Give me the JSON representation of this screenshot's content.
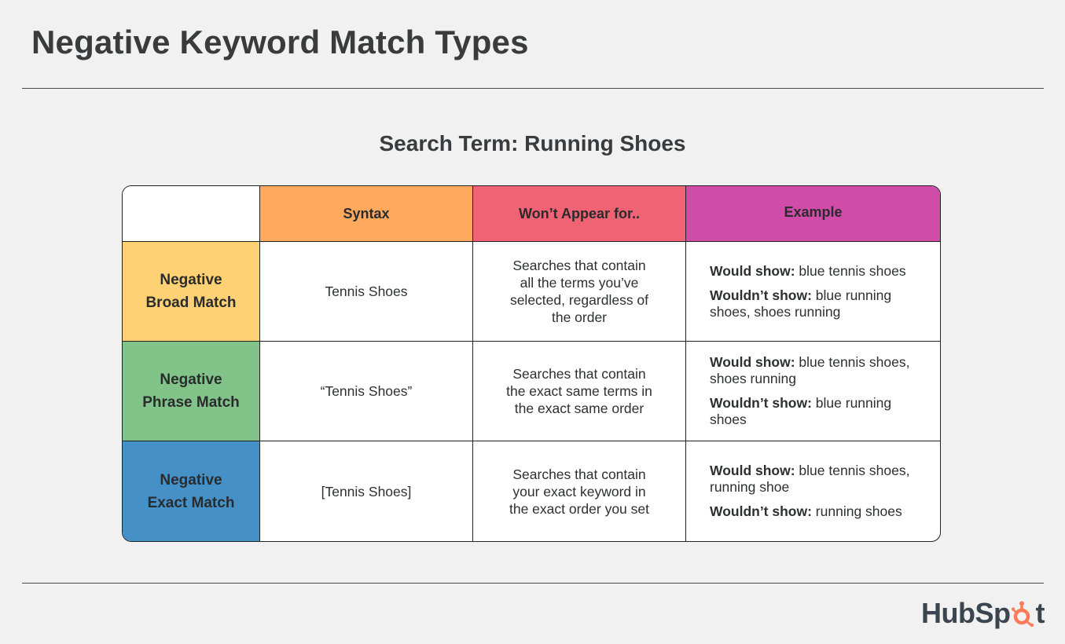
{
  "title": "Negative Keyword Match Types",
  "subtitle": "Search Term: Running Shoes",
  "headers": [
    "Syntax",
    "Won’t Appear for..",
    "Example"
  ],
  "rows": [
    {
      "label_line1": "Negative",
      "label_line2": "Broad Match",
      "syntax": "Tennis Shoes",
      "wont_appear": "Searches that contain all the terms you’ve selected, regardless of the order",
      "would_label": "Would show:",
      "would": " blue tennis shoes",
      "wouldnt_label": "Wouldn’t show:",
      "wouldnt": " blue running shoes, shoes running"
    },
    {
      "label_line1": "Negative",
      "label_line2": "Phrase Match",
      "syntax": "“Tennis Shoes”",
      "wont_appear": "Searches that contain the exact same terms in the exact same order",
      "would_label": "Would show:",
      "would": " blue tennis shoes, shoes running",
      "wouldnt_label": "Wouldn’t show:",
      "wouldnt": " blue running shoes"
    },
    {
      "label_line1": "Negative",
      "label_line2": "Exact Match",
      "syntax": "[Tennis Shoes]",
      "wont_appear": "Searches that contain your exact keyword in the exact order you set",
      "would_label": "Would show:",
      "would": " blue tennis shoes, running shoe",
      "wouldnt_label": "Wouldn’t show:",
      "wouldnt": " running shoes"
    }
  ],
  "logo": {
    "part1": "HubSp",
    "part2": "t",
    "icon": "sprocket-icon"
  },
  "colors": {
    "syntax_header": "#fea95d",
    "wont_header": "#f06374",
    "example_header": "#d14ba9",
    "broad": "#ffd175",
    "phrase": "#82c38a",
    "exact": "#4690c8",
    "logo_accent": "#ff7a59"
  }
}
